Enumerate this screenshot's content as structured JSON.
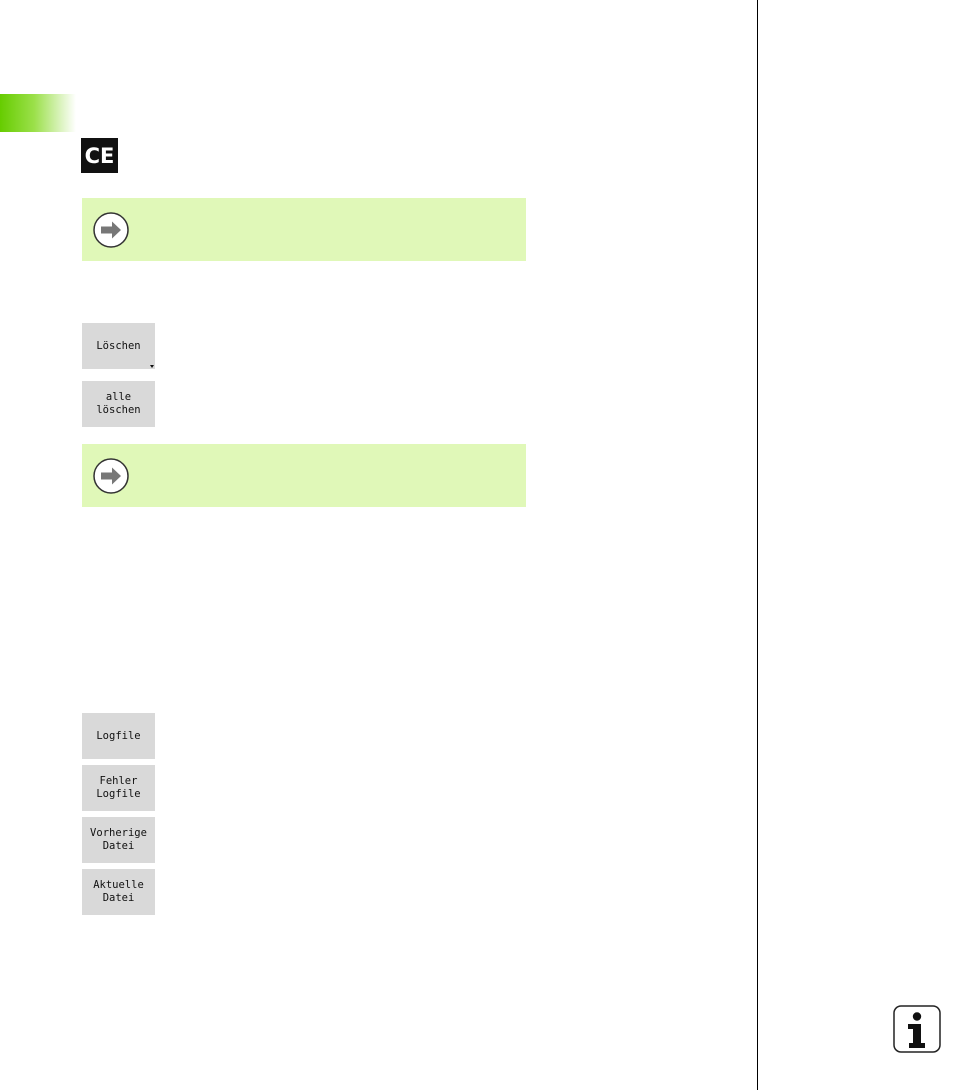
{
  "tab": {
    "color": "#66cc00"
  },
  "ce_key": {
    "label": "CE",
    "icon": "ce-key-icon"
  },
  "notes": [
    {
      "icon": "arrow-right-circle-icon",
      "background": "#e0f8b8"
    },
    {
      "icon": "arrow-right-circle-icon",
      "background": "#e0f8b8"
    }
  ],
  "softkeys": {
    "loeschen": "Löschen",
    "alle_loeschen": "alle\nlöschen",
    "logfile": "Logfile",
    "fehler_logfile": "Fehler\nLogfile",
    "vorherige_datei": "Vorherige\nDatei",
    "aktuelle_datei": "Aktuelle\nDatei"
  },
  "info": {
    "icon": "info-icon"
  }
}
